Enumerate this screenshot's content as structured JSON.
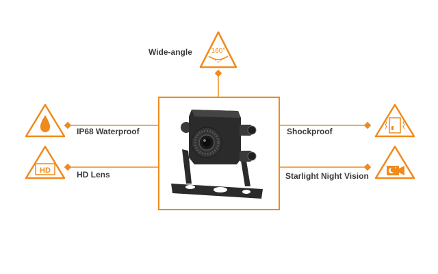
{
  "colors": {
    "accent": "#f08a1c",
    "text": "#3a3a3a",
    "camera": "#2b2b2b"
  },
  "features": {
    "wide_angle": {
      "label": "Wide-angle",
      "icon": "wide-angle-triangle-icon",
      "badge": "160°"
    },
    "waterproof": {
      "label": "IP68 Waterproof",
      "icon": "water-drop-triangle-icon"
    },
    "hd_lens": {
      "label": "HD Lens",
      "icon": "hd-triangle-icon",
      "badge": "HD"
    },
    "shockproof": {
      "label": "Shockproof",
      "icon": "shockproof-triangle-icon"
    },
    "night_vision": {
      "label": "Starlight Night Vision",
      "icon": "night-vision-triangle-icon"
    }
  },
  "product": {
    "image": "rear-view-camera-image"
  }
}
